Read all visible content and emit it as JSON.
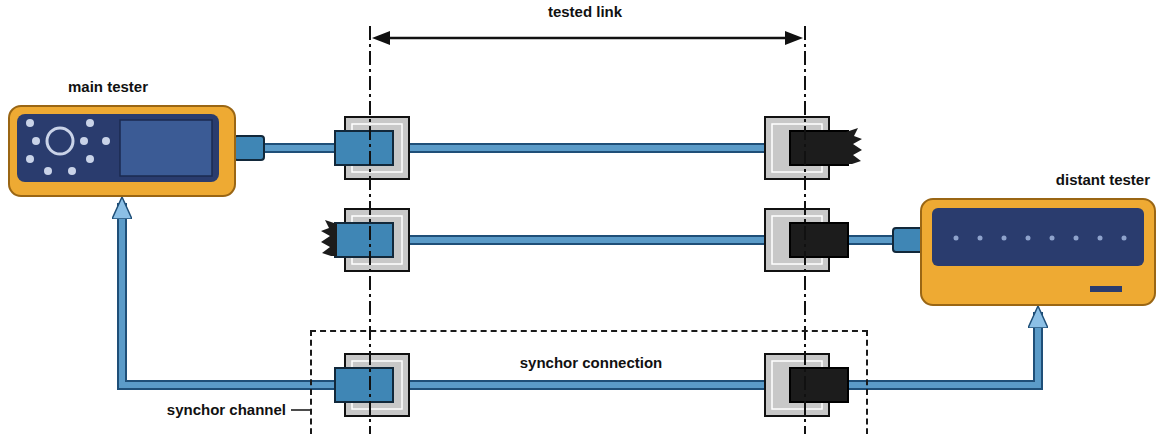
{
  "diagram": {
    "nodes": [
      {
        "text": [
          "main tester"
        ]
      },
      {
        "text": [
          "distant tester"
        ]
      },
      {
        "text": [
          "synchor connection"
        ]
      }
    ],
    "edges": [
      {
        "from": 0,
        "to": 1,
        "arrow": "both"
      }
    ],
    "labels": [
      "tested link",
      "synchor channel"
    ]
  }
}
